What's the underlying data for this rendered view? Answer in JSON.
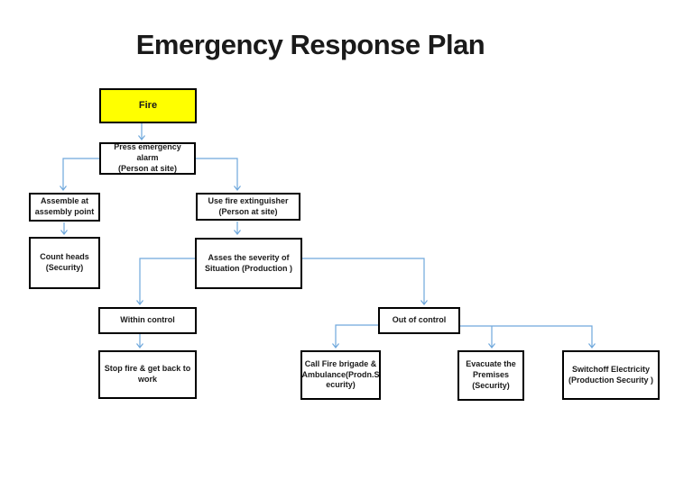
{
  "title": "Emergency Response Plan",
  "colors": {
    "highlight": "#FFFF00",
    "connector": "#6FA8DC",
    "box_border": "#000000",
    "text": "#1A1A1A"
  },
  "nodes": {
    "fire": {
      "label": "Fire"
    },
    "press_alarm": {
      "label": "Press emergency alarm\n(Person at site)"
    },
    "assemble": {
      "label": "Assemble at\nassembly point"
    },
    "use_extinguisher": {
      "label": "Use fire extinguisher\n(Person at site)"
    },
    "count_heads": {
      "label": "Count heads\n(Security)"
    },
    "asses_severity": {
      "label": "Asses the severity of\nSituation (Production )"
    },
    "within_control": {
      "label": "Within control"
    },
    "out_of_control": {
      "label": "Out of control"
    },
    "stop_fire": {
      "label": "Stop fire & get back to\nwork"
    },
    "call_fire": {
      "label": "Call Fire brigade &\nAmbulance(Prodn.S\necurity)"
    },
    "evacuate": {
      "label": "Evacuate the\nPremises\n(Security)"
    },
    "switchoff": {
      "label": "Switchoff Electricity\n(Production Security )"
    }
  }
}
